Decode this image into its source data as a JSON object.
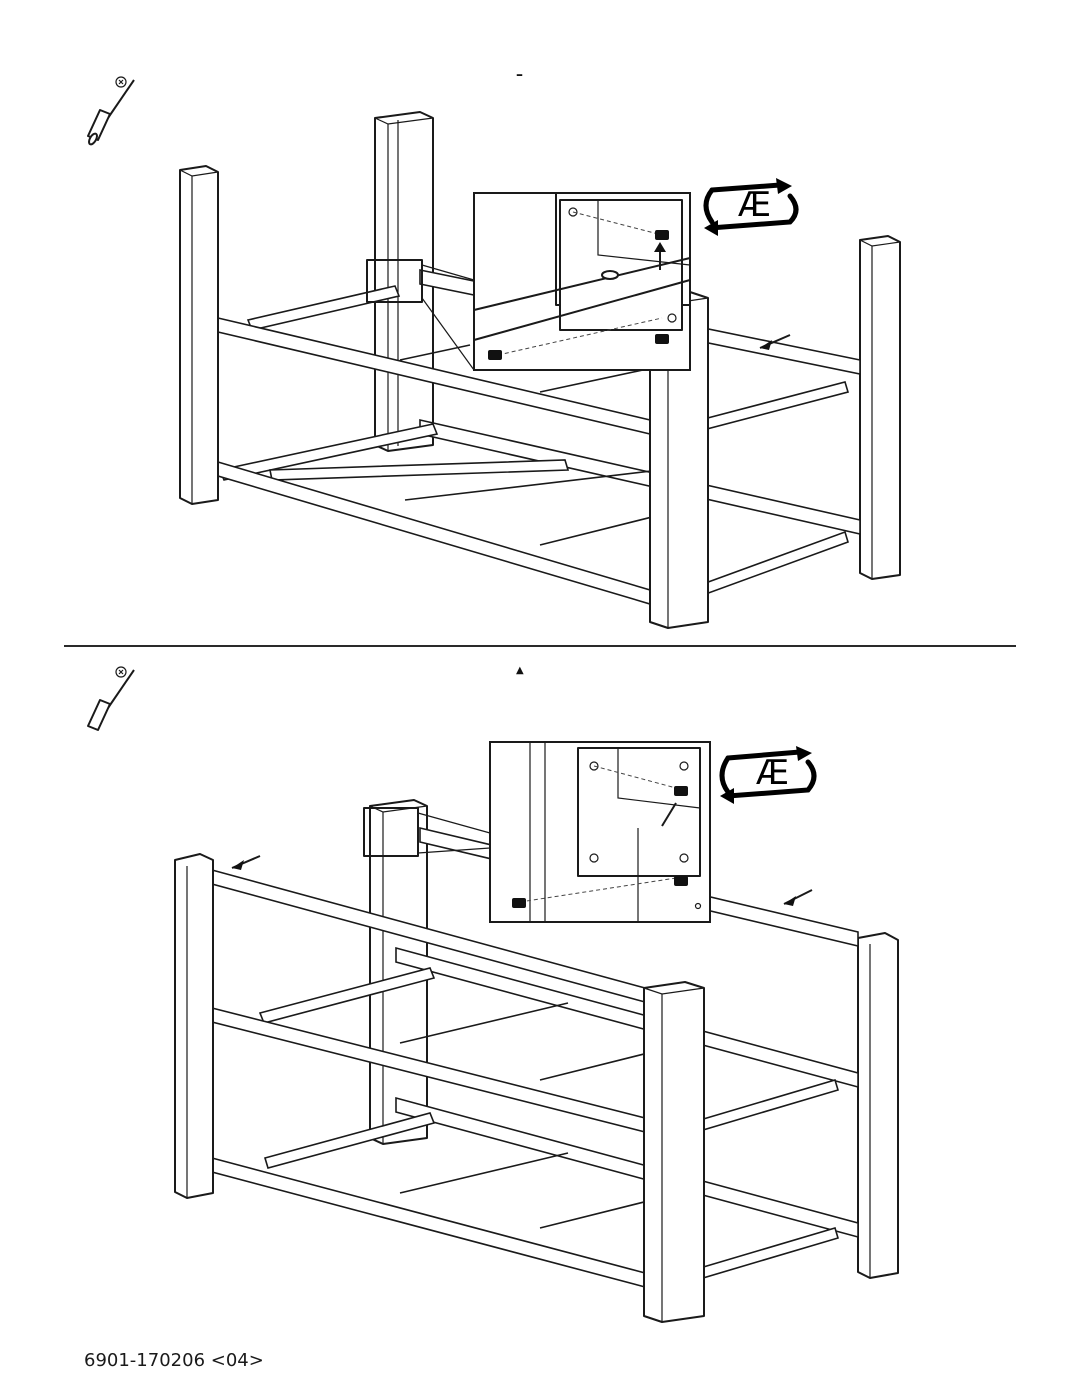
{
  "steps": [
    {
      "marker": "–",
      "rotate_symbol": "Æ"
    },
    {
      "marker": "▲",
      "rotate_symbol": "Æ"
    }
  ],
  "footer": {
    "doc_code": "6901-170206 <04>"
  },
  "icons": [
    "screwdriver-icon",
    "screw-icon",
    "rotate-arrows-icon"
  ]
}
